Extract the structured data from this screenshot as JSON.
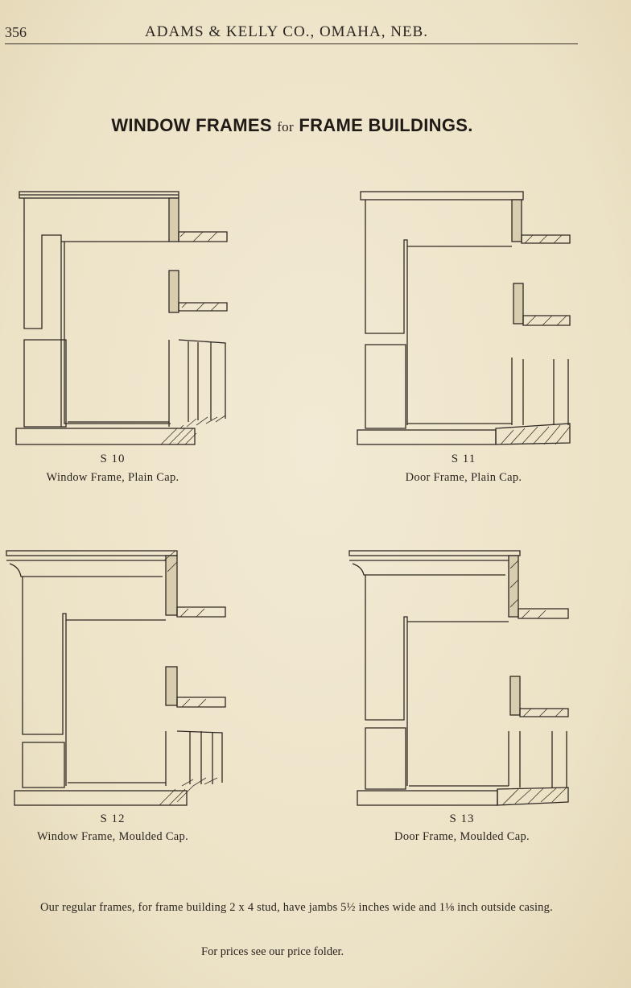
{
  "header": {
    "page_number": "356",
    "running_head": "ADAMS & KELLY CO., OMAHA, NEB."
  },
  "title": {
    "part1": "WINDOW FRAMES",
    "part2": "for",
    "part3": "FRAME BUILDINGS."
  },
  "figures": [
    {
      "code": "S 10",
      "caption": "Window Frame, Plain Cap."
    },
    {
      "code": "S 11",
      "caption": "Door Frame, Plain Cap."
    },
    {
      "code": "S 12",
      "caption": "Window Frame, Moulded Cap."
    },
    {
      "code": "S 13",
      "caption": "Door Frame, Moulded Cap."
    }
  ],
  "note": "Our regular frames, for frame building 2 x 4 stud, have jambs 5½ inches wide and 1⅛ inch outside casing.",
  "price_note": "For prices see our price folder."
}
